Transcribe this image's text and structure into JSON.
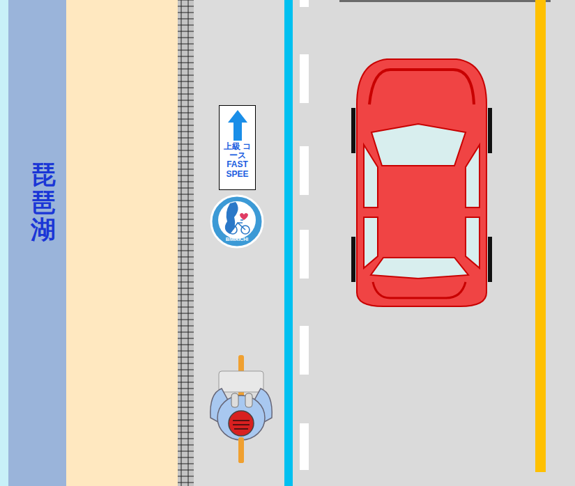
{
  "diagram": {
    "nodes": [
      {
        "text": [
          "琵琶湖"
        ]
      },
      {
        "text": [
          "上級 コース",
          "FAST SPEE"
        ]
      }
    ],
    "labels": [
      "BIWAICHI"
    ]
  }
}
